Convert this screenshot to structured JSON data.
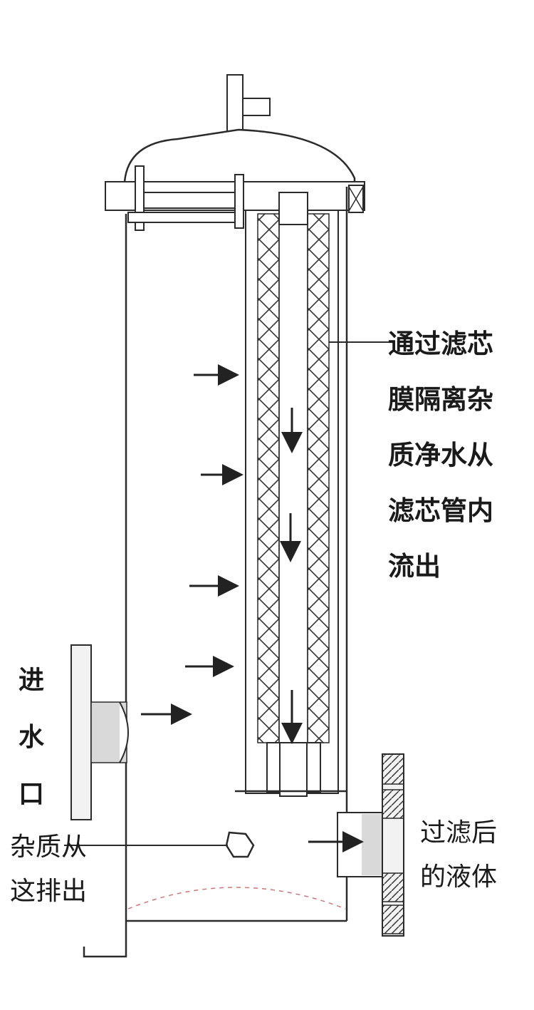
{
  "labels": {
    "filter_flow": [
      "通过滤芯",
      "膜隔离杂",
      "质净水从",
      "滤芯管内",
      "流出"
    ],
    "inlet": [
      "进",
      "水",
      "口"
    ],
    "drain": [
      "杂质从",
      "这排出"
    ],
    "outlet": [
      "过滤后",
      "的液体"
    ]
  },
  "colors": {
    "line": "#2b2b2b",
    "flange_fill": "#f2f2f2",
    "pipe_band": "#d9d9d9"
  }
}
